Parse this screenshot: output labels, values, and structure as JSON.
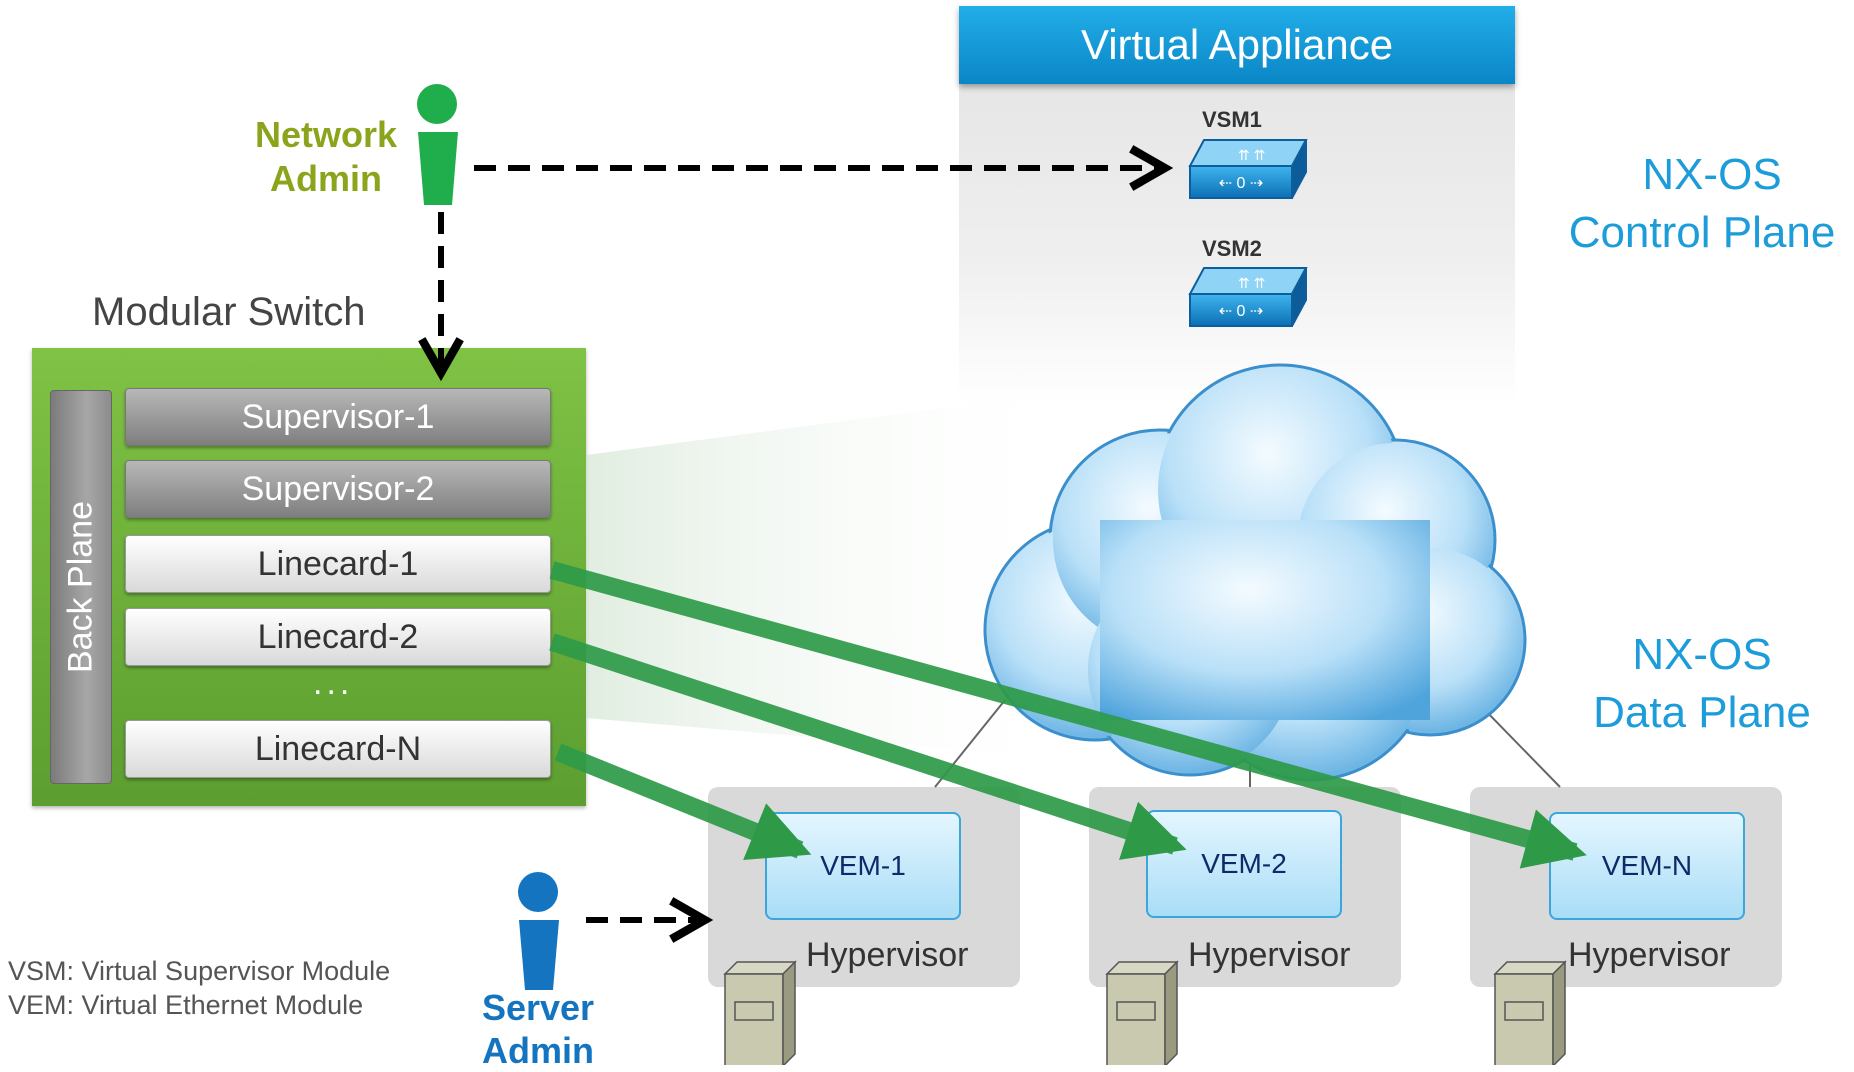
{
  "virtual_appliance": {
    "title": "Virtual Appliance",
    "vsm1": "VSM1",
    "vsm2": "VSM2"
  },
  "control_plane": {
    "line1": "NX-OS",
    "line2": "Control Plane"
  },
  "data_plane": {
    "line1": "NX-OS",
    "line2": "Data Plane"
  },
  "network_admin": {
    "line1": "Network",
    "line2": "Admin"
  },
  "server_admin": {
    "line1": "Server",
    "line2": "Admin"
  },
  "modular_switch": {
    "title": "Modular Switch",
    "back_plane": "Back Plane",
    "cards": [
      "Supervisor-1",
      "Supervisor-2",
      "Linecard-1",
      "Linecard-2",
      "Linecard-N"
    ],
    "ellipsis": "..."
  },
  "hosts": [
    {
      "vem": "VEM-1",
      "hypervisor": "Hypervisor"
    },
    {
      "vem": "VEM-2",
      "hypervisor": "Hypervisor"
    },
    {
      "vem": "VEM-N",
      "hypervisor": "Hypervisor"
    }
  ],
  "legend": {
    "vsm": "VSM: Virtual Supervisor Module",
    "vem": "VEM: Virtual Ethernet Module"
  },
  "colors": {
    "green_admin": "#8aa51c",
    "blue_admin": "#1474c0",
    "nxos_blue": "#1c9cd8",
    "switch_green": "#6db33f",
    "arrow_green": "#2e9a48"
  }
}
